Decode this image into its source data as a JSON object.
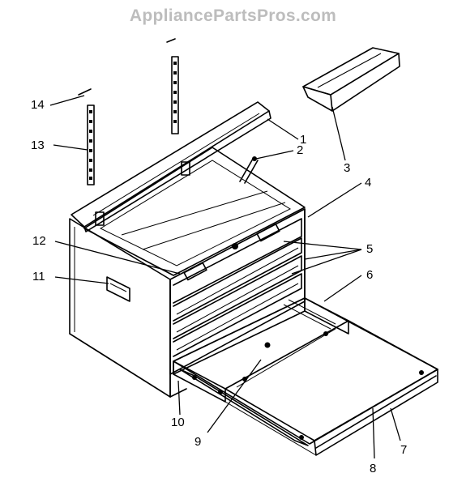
{
  "watermark": "AppliancePartsPros.com",
  "callouts": {
    "c1": "1",
    "c2": "2",
    "c3": "3",
    "c4": "4",
    "c5": "5",
    "c6": "6",
    "c7": "7",
    "c8": "8",
    "c9": "9",
    "c10": "10",
    "c11": "11",
    "c12": "12",
    "c13": "13",
    "c14": "14"
  }
}
